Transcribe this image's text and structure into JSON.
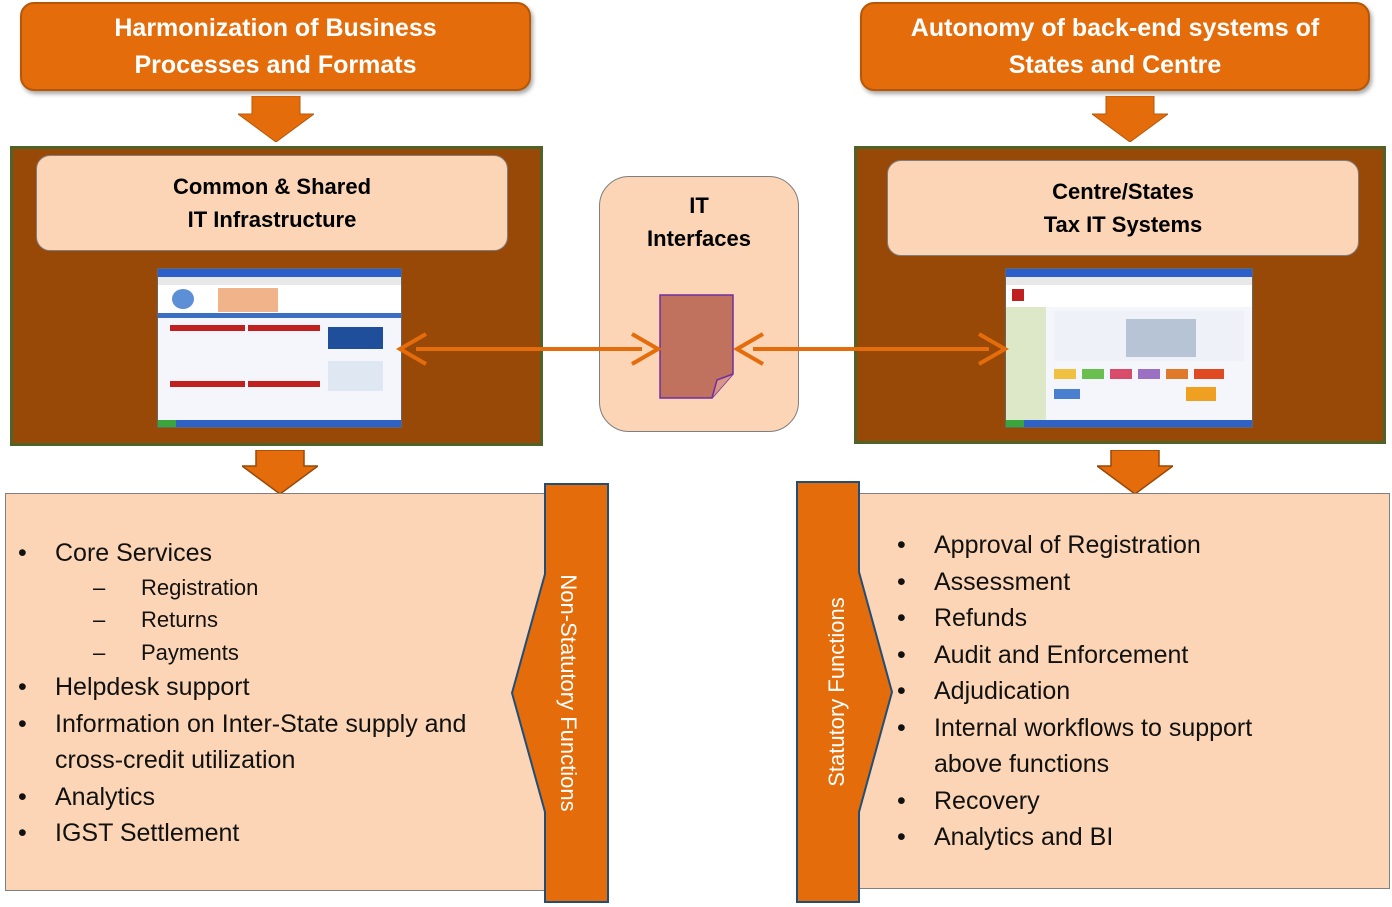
{
  "top_left": {
    "line1": "Harmonization of Business",
    "line2": "Processes and Formats"
  },
  "top_right": {
    "line1": "Autonomy of back-end systems of",
    "line2": "States and Centre"
  },
  "left_panel": {
    "line1": "Common & Shared",
    "line2": "IT Infrastructure"
  },
  "right_panel": {
    "line1": "Centre/States",
    "line2": "Tax IT Systems"
  },
  "middle": {
    "line1": "IT",
    "line2": "Interfaces"
  },
  "non_statutory": {
    "label": "Non-Statutory Functions",
    "core": "Core Services",
    "sub": [
      "Registration",
      "Returns",
      "Payments"
    ],
    "items": [
      "Helpdesk support",
      "Information on Inter-State supply and",
      "cross-credit utilization",
      "Analytics",
      "IGST Settlement"
    ]
  },
  "statutory": {
    "label": "Statutory Functions",
    "items": [
      "Approval of Registration",
      "Assessment",
      "Refunds",
      "Audit and Enforcement",
      "Adjudication",
      "Internal workflows to support",
      "above functions",
      "Recovery",
      "Analytics and BI"
    ]
  },
  "bullet_glyph": "•",
  "dash_glyph": "–",
  "colors": {
    "orange": "#e46c0a",
    "brown": "#984807",
    "peach": "#fbd5b5",
    "green_border": "#4f6228",
    "doc": "#c0725e",
    "doc_border": "#7030a0"
  }
}
